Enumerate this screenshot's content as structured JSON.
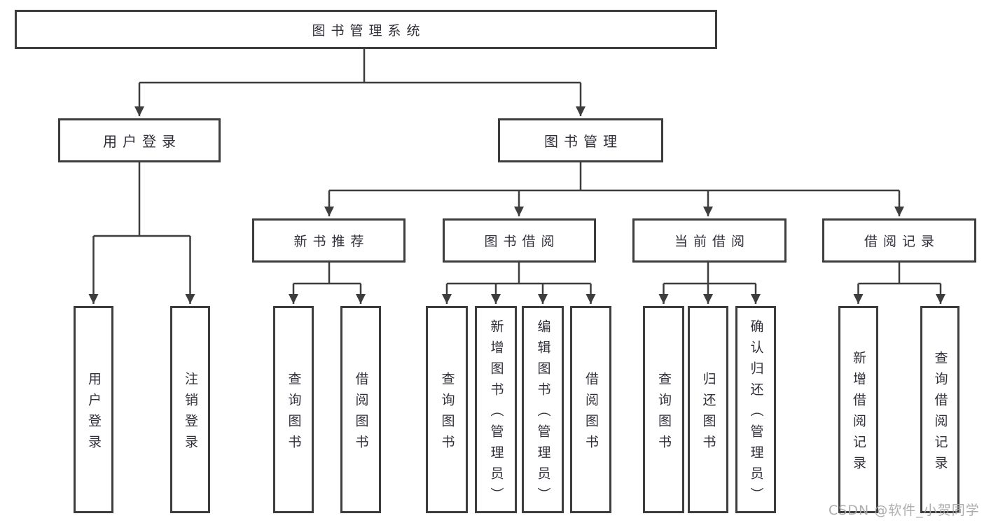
{
  "diagram": {
    "root": {
      "label": "图书管理系统"
    },
    "level2": [
      {
        "label": "用户登录",
        "children": [
          {
            "label": "用户登录"
          },
          {
            "label": "注销登录"
          }
        ]
      },
      {
        "label": "图书管理",
        "children": [
          {
            "label": "新书推荐",
            "children": [
              {
                "label": "查询图书"
              },
              {
                "label": "借阅图书"
              }
            ]
          },
          {
            "label": "图书借阅",
            "children": [
              {
                "label": "查询图书"
              },
              {
                "label": "新增图书（管理员）"
              },
              {
                "label": "编辑图书（管理员）"
              },
              {
                "label": "借阅图书"
              }
            ]
          },
          {
            "label": "当前借阅",
            "children": [
              {
                "label": "查询图书"
              },
              {
                "label": "归还图书"
              },
              {
                "label": "确认归还（管理员）"
              }
            ]
          },
          {
            "label": "借阅记录",
            "children": [
              {
                "label": "新增借阅记录"
              },
              {
                "label": "查询借阅记录"
              }
            ]
          }
        ]
      }
    ]
  },
  "watermark": {
    "text": "CSDN @软件_小贺同学"
  },
  "colors": {
    "line": "#3d3d3d",
    "box_border": "#3d3d3d",
    "box_background": "#ffffff",
    "text": "#30303a",
    "watermark": "#a6a6a6",
    "background": "#ffffff"
  }
}
